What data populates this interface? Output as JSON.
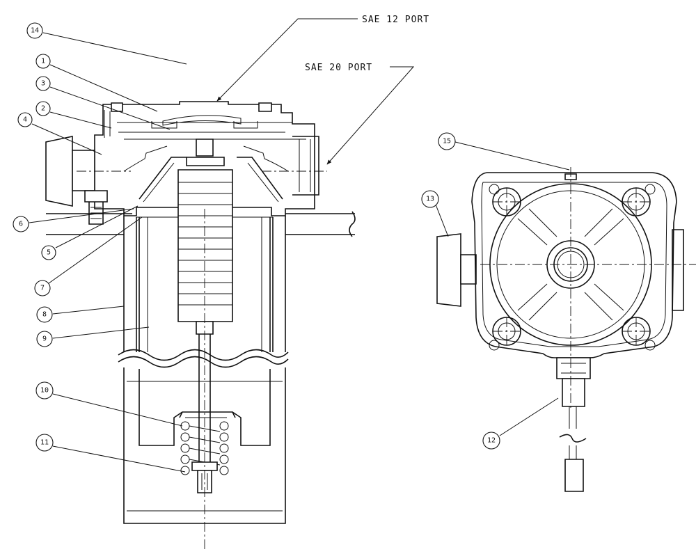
{
  "ports": {
    "sae12": "SAE 12 PORT",
    "sae20": "SAE 20 PORT"
  },
  "callouts": {
    "c1": "1",
    "c2": "2",
    "c3": "3",
    "c4": "4",
    "c5": "5",
    "c6": "6",
    "c7": "7",
    "c8": "8",
    "c9": "9",
    "c10": "10",
    "c11": "11",
    "c12": "12",
    "c13": "13",
    "c14": "14",
    "c15": "15"
  }
}
